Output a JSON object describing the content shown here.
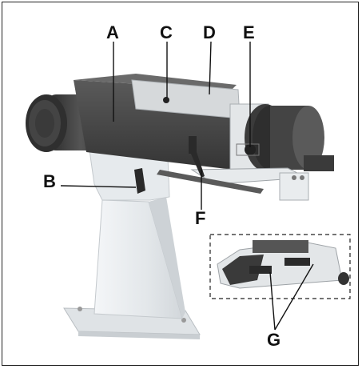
{
  "figure": {
    "callouts": {
      "a": "A",
      "b": "B",
      "c": "C",
      "d": "D",
      "e": "E",
      "f": "F",
      "g": "G"
    },
    "colors": {
      "frame": "#222222",
      "motor": "#3a3a3a",
      "housing": "#4a4a4a",
      "pedestal": "#e9edf0",
      "cover": "#d9dcde",
      "leader": "#111111"
    }
  }
}
